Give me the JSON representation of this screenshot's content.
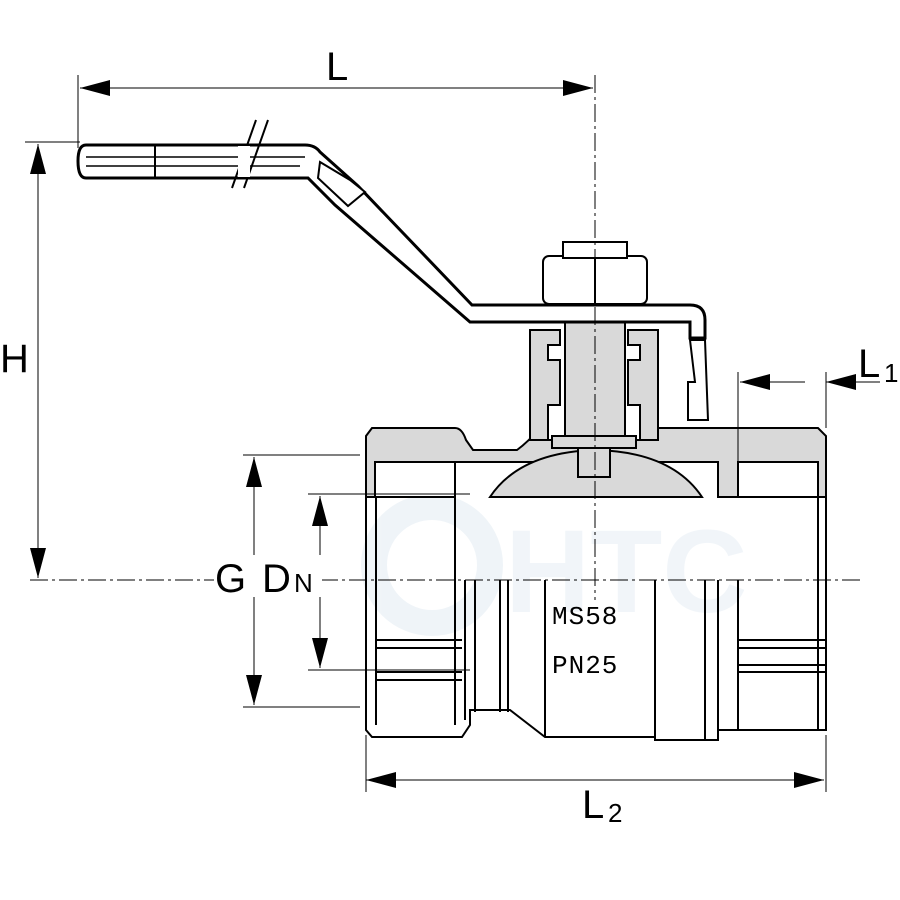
{
  "dimensions": {
    "L": "L",
    "H": "H",
    "L1_main": "L",
    "L1_sub": "1",
    "L2_main": "L",
    "L2_sub": "2",
    "G": "G",
    "DN_main": "D",
    "DN_sub": "N"
  },
  "body_marking": {
    "material": "MS58",
    "pressure": "PN25"
  },
  "watermark": {
    "text": "HTC"
  },
  "colors": {
    "line": "#000000",
    "section_fill": "#d9d9d9",
    "watermark": "#e6eef5"
  }
}
